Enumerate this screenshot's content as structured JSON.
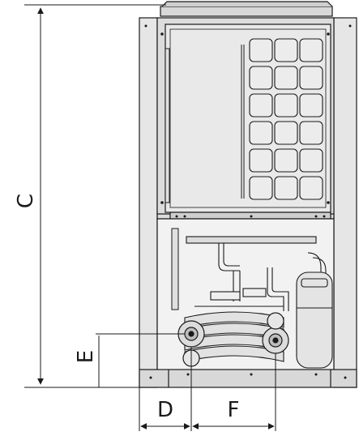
{
  "dimensions": {
    "C": "C",
    "D": "D",
    "E": "E",
    "F": "F"
  },
  "colors": {
    "line": "#1a1a1a",
    "panel_fill": "#e9e9e9",
    "panel_dark": "#cfcfcf",
    "frame_fill": "#d8d8d8",
    "background": "#ffffff"
  },
  "icons": {
    "fan_grille": "fan-grille-icon",
    "water_connection": "water-connection-flange-icon",
    "compressor": "compressor-icon"
  }
}
